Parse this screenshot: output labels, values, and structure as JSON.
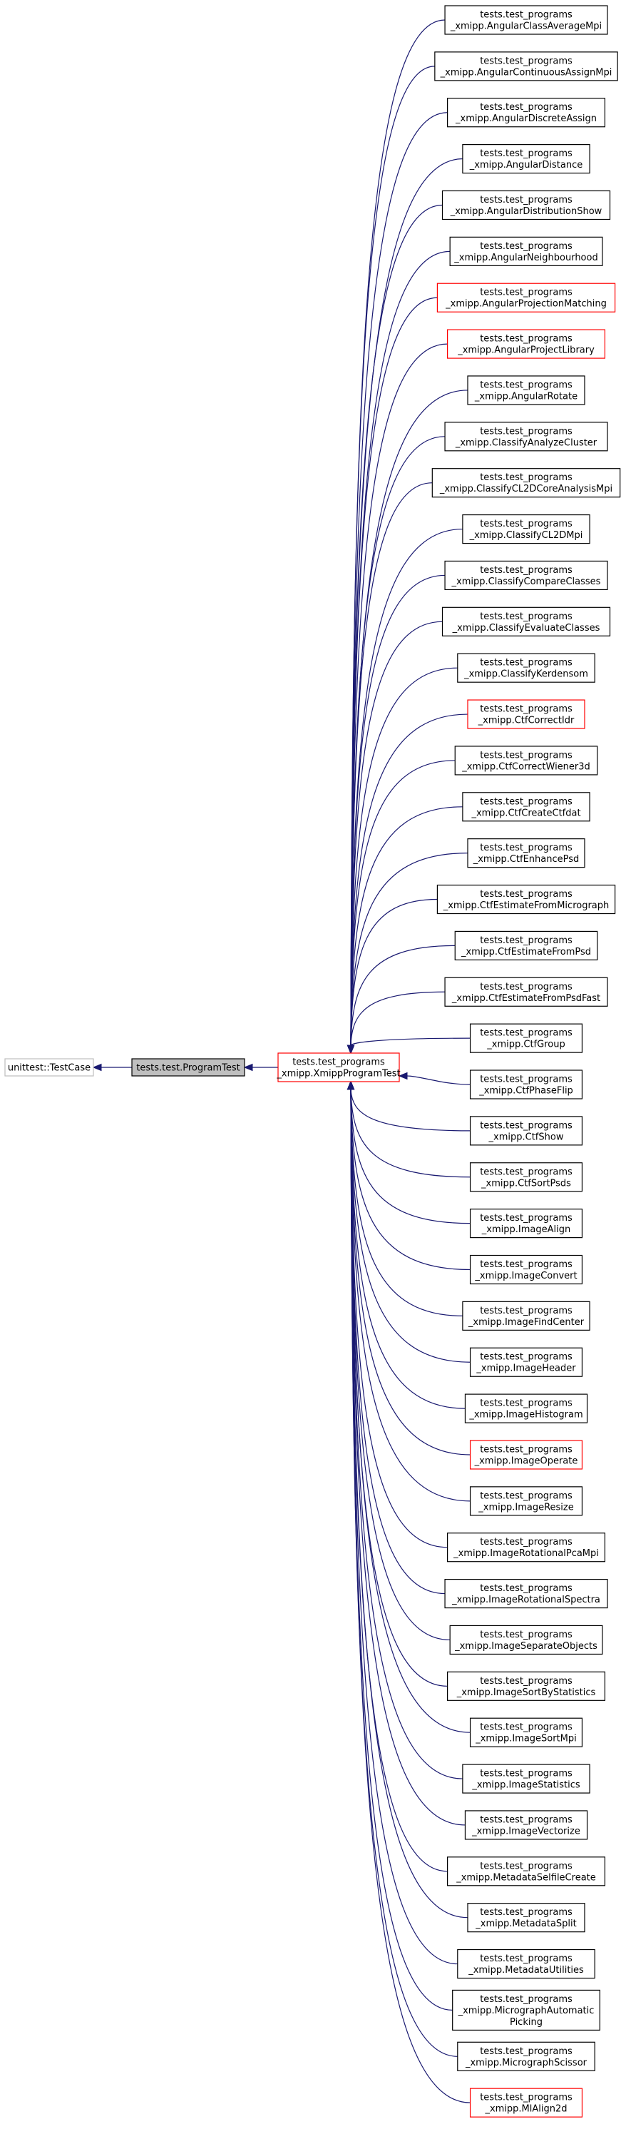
{
  "nodes": {
    "testcase": {
      "lines": [
        "unittest::TestCase"
      ],
      "style": "gray"
    },
    "programtest": {
      "lines": [
        "tests.test.ProgramTest"
      ],
      "style": "current"
    },
    "xmipp": {
      "lines": [
        "tests.test_programs",
        "_xmipp.XmippProgramTest"
      ],
      "style": "red"
    }
  },
  "children": [
    {
      "lines": [
        "tests.test_programs",
        "_xmipp.AngularClassAverageMpi"
      ],
      "style": "black"
    },
    {
      "lines": [
        "tests.test_programs",
        "_xmipp.AngularContinuousAssignMpi"
      ],
      "style": "black"
    },
    {
      "lines": [
        "tests.test_programs",
        "_xmipp.AngularDiscreteAssign"
      ],
      "style": "black"
    },
    {
      "lines": [
        "tests.test_programs",
        "_xmipp.AngularDistance"
      ],
      "style": "black"
    },
    {
      "lines": [
        "tests.test_programs",
        "_xmipp.AngularDistributionShow"
      ],
      "style": "black"
    },
    {
      "lines": [
        "tests.test_programs",
        "_xmipp.AngularNeighbourhood"
      ],
      "style": "black"
    },
    {
      "lines": [
        "tests.test_programs",
        "_xmipp.AngularProjectionMatching"
      ],
      "style": "red"
    },
    {
      "lines": [
        "tests.test_programs",
        "_xmipp.AngularProjectLibrary"
      ],
      "style": "red"
    },
    {
      "lines": [
        "tests.test_programs",
        "_xmipp.AngularRotate"
      ],
      "style": "black"
    },
    {
      "lines": [
        "tests.test_programs",
        "_xmipp.ClassifyAnalyzeCluster"
      ],
      "style": "black"
    },
    {
      "lines": [
        "tests.test_programs",
        "_xmipp.ClassifyCL2DCoreAnalysisMpi"
      ],
      "style": "black"
    },
    {
      "lines": [
        "tests.test_programs",
        "_xmipp.ClassifyCL2DMpi"
      ],
      "style": "black"
    },
    {
      "lines": [
        "tests.test_programs",
        "_xmipp.ClassifyCompareClasses"
      ],
      "style": "black"
    },
    {
      "lines": [
        "tests.test_programs",
        "_xmipp.ClassifyEvaluateClasses"
      ],
      "style": "black"
    },
    {
      "lines": [
        "tests.test_programs",
        "_xmipp.ClassifyKerdensom"
      ],
      "style": "black"
    },
    {
      "lines": [
        "tests.test_programs",
        "_xmipp.CtfCorrectIdr"
      ],
      "style": "red"
    },
    {
      "lines": [
        "tests.test_programs",
        "_xmipp.CtfCorrectWiener3d"
      ],
      "style": "black"
    },
    {
      "lines": [
        "tests.test_programs",
        "_xmipp.CtfCreateCtfdat"
      ],
      "style": "black"
    },
    {
      "lines": [
        "tests.test_programs",
        "_xmipp.CtfEnhancePsd"
      ],
      "style": "black"
    },
    {
      "lines": [
        "tests.test_programs",
        "_xmipp.CtfEstimateFromMicrograph"
      ],
      "style": "black"
    },
    {
      "lines": [
        "tests.test_programs",
        "_xmipp.CtfEstimateFromPsd"
      ],
      "style": "black"
    },
    {
      "lines": [
        "tests.test_programs",
        "_xmipp.CtfEstimateFromPsdFast"
      ],
      "style": "black"
    },
    {
      "lines": [
        "tests.test_programs",
        "_xmipp.CtfGroup"
      ],
      "style": "black"
    },
    {
      "lines": [
        "tests.test_programs",
        "_xmipp.CtfPhaseFlip"
      ],
      "style": "black"
    },
    {
      "lines": [
        "tests.test_programs",
        "_xmipp.CtfShow"
      ],
      "style": "black"
    },
    {
      "lines": [
        "tests.test_programs",
        "_xmipp.CtfSortPsds"
      ],
      "style": "black"
    },
    {
      "lines": [
        "tests.test_programs",
        "_xmipp.ImageAlign"
      ],
      "style": "black"
    },
    {
      "lines": [
        "tests.test_programs",
        "_xmipp.ImageConvert"
      ],
      "style": "black"
    },
    {
      "lines": [
        "tests.test_programs",
        "_xmipp.ImageFindCenter"
      ],
      "style": "black"
    },
    {
      "lines": [
        "tests.test_programs",
        "_xmipp.ImageHeader"
      ],
      "style": "black"
    },
    {
      "lines": [
        "tests.test_programs",
        "_xmipp.ImageHistogram"
      ],
      "style": "black"
    },
    {
      "lines": [
        "tests.test_programs",
        "_xmipp.ImageOperate"
      ],
      "style": "red"
    },
    {
      "lines": [
        "tests.test_programs",
        "_xmipp.ImageResize"
      ],
      "style": "black"
    },
    {
      "lines": [
        "tests.test_programs",
        "_xmipp.ImageRotationalPcaMpi"
      ],
      "style": "black"
    },
    {
      "lines": [
        "tests.test_programs",
        "_xmipp.ImageRotationalSpectra"
      ],
      "style": "black"
    },
    {
      "lines": [
        "tests.test_programs",
        "_xmipp.ImageSeparateObjects"
      ],
      "style": "black"
    },
    {
      "lines": [
        "tests.test_programs",
        "_xmipp.ImageSortByStatistics"
      ],
      "style": "black"
    },
    {
      "lines": [
        "tests.test_programs",
        "_xmipp.ImageSortMpi"
      ],
      "style": "black"
    },
    {
      "lines": [
        "tests.test_programs",
        "_xmipp.ImageStatistics"
      ],
      "style": "black"
    },
    {
      "lines": [
        "tests.test_programs",
        "_xmipp.ImageVectorize"
      ],
      "style": "black"
    },
    {
      "lines": [
        "tests.test_programs",
        "_xmipp.MetadataSelfileCreate"
      ],
      "style": "black"
    },
    {
      "lines": [
        "tests.test_programs",
        "_xmipp.MetadataSplit"
      ],
      "style": "black"
    },
    {
      "lines": [
        "tests.test_programs",
        "_xmipp.MetadataUtilities"
      ],
      "style": "black"
    },
    {
      "lines": [
        "tests.test_programs",
        "_xmipp.MicrographAutomatic",
        "Picking"
      ],
      "style": "black"
    },
    {
      "lines": [
        "tests.test_programs",
        "_xmipp.MicrographScissor"
      ],
      "style": "black"
    },
    {
      "lines": [
        "tests.test_programs",
        "_xmipp.MlAlign2d"
      ],
      "style": "red"
    }
  ],
  "colors": {
    "edge": "#191970",
    "node_border": "#000000",
    "node_border_incomplete": "#ff0000",
    "node_border_external": "#bfbfbf",
    "current_fill": "#bfbfbf"
  }
}
